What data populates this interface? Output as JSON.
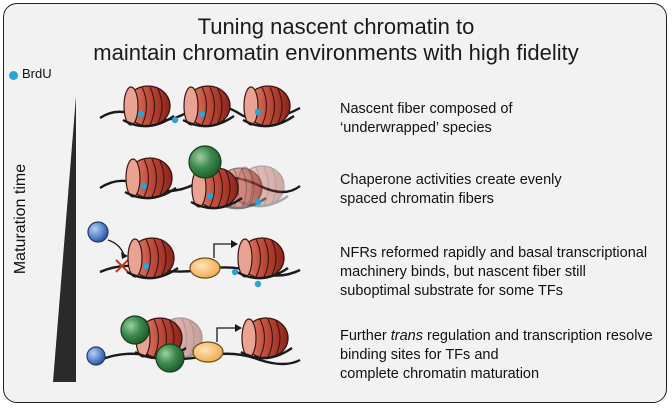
{
  "title": {
    "line1": "Tuning nascent chromatin to",
    "line2": "maintain chromatin environments with high fidelity"
  },
  "legend": {
    "label": "BrdU",
    "dot_color": "#2ba3d6"
  },
  "axis": {
    "label": "Maturation time"
  },
  "stages": [
    {
      "line1": "Nascent fiber composed of",
      "line2": "‘underwrapped’ species"
    },
    {
      "line1": "Chaperone activities create evenly",
      "line2": "spaced chromatin fibers"
    },
    {
      "line1": "NFRs reformed rapidly and basal transcriptional",
      "line2": "machinery binds, but nascent fiber still",
      "line3": "suboptimal substrate for some TFs"
    },
    {
      "line1_pre": "Further ",
      "line1_em": "trans",
      "line1_post": " regulation and transcription resolve",
      "line2": "binding sites for TFs and",
      "line3": "complete chromatin maturation"
    }
  ],
  "colors": {
    "nucleosome_red": "#b13a2e",
    "chaperone_green": "#2f7a3f",
    "tf_blue": "#4a78c4",
    "machinery_orange": "#f2b458",
    "block_mark": "#c0392b"
  }
}
